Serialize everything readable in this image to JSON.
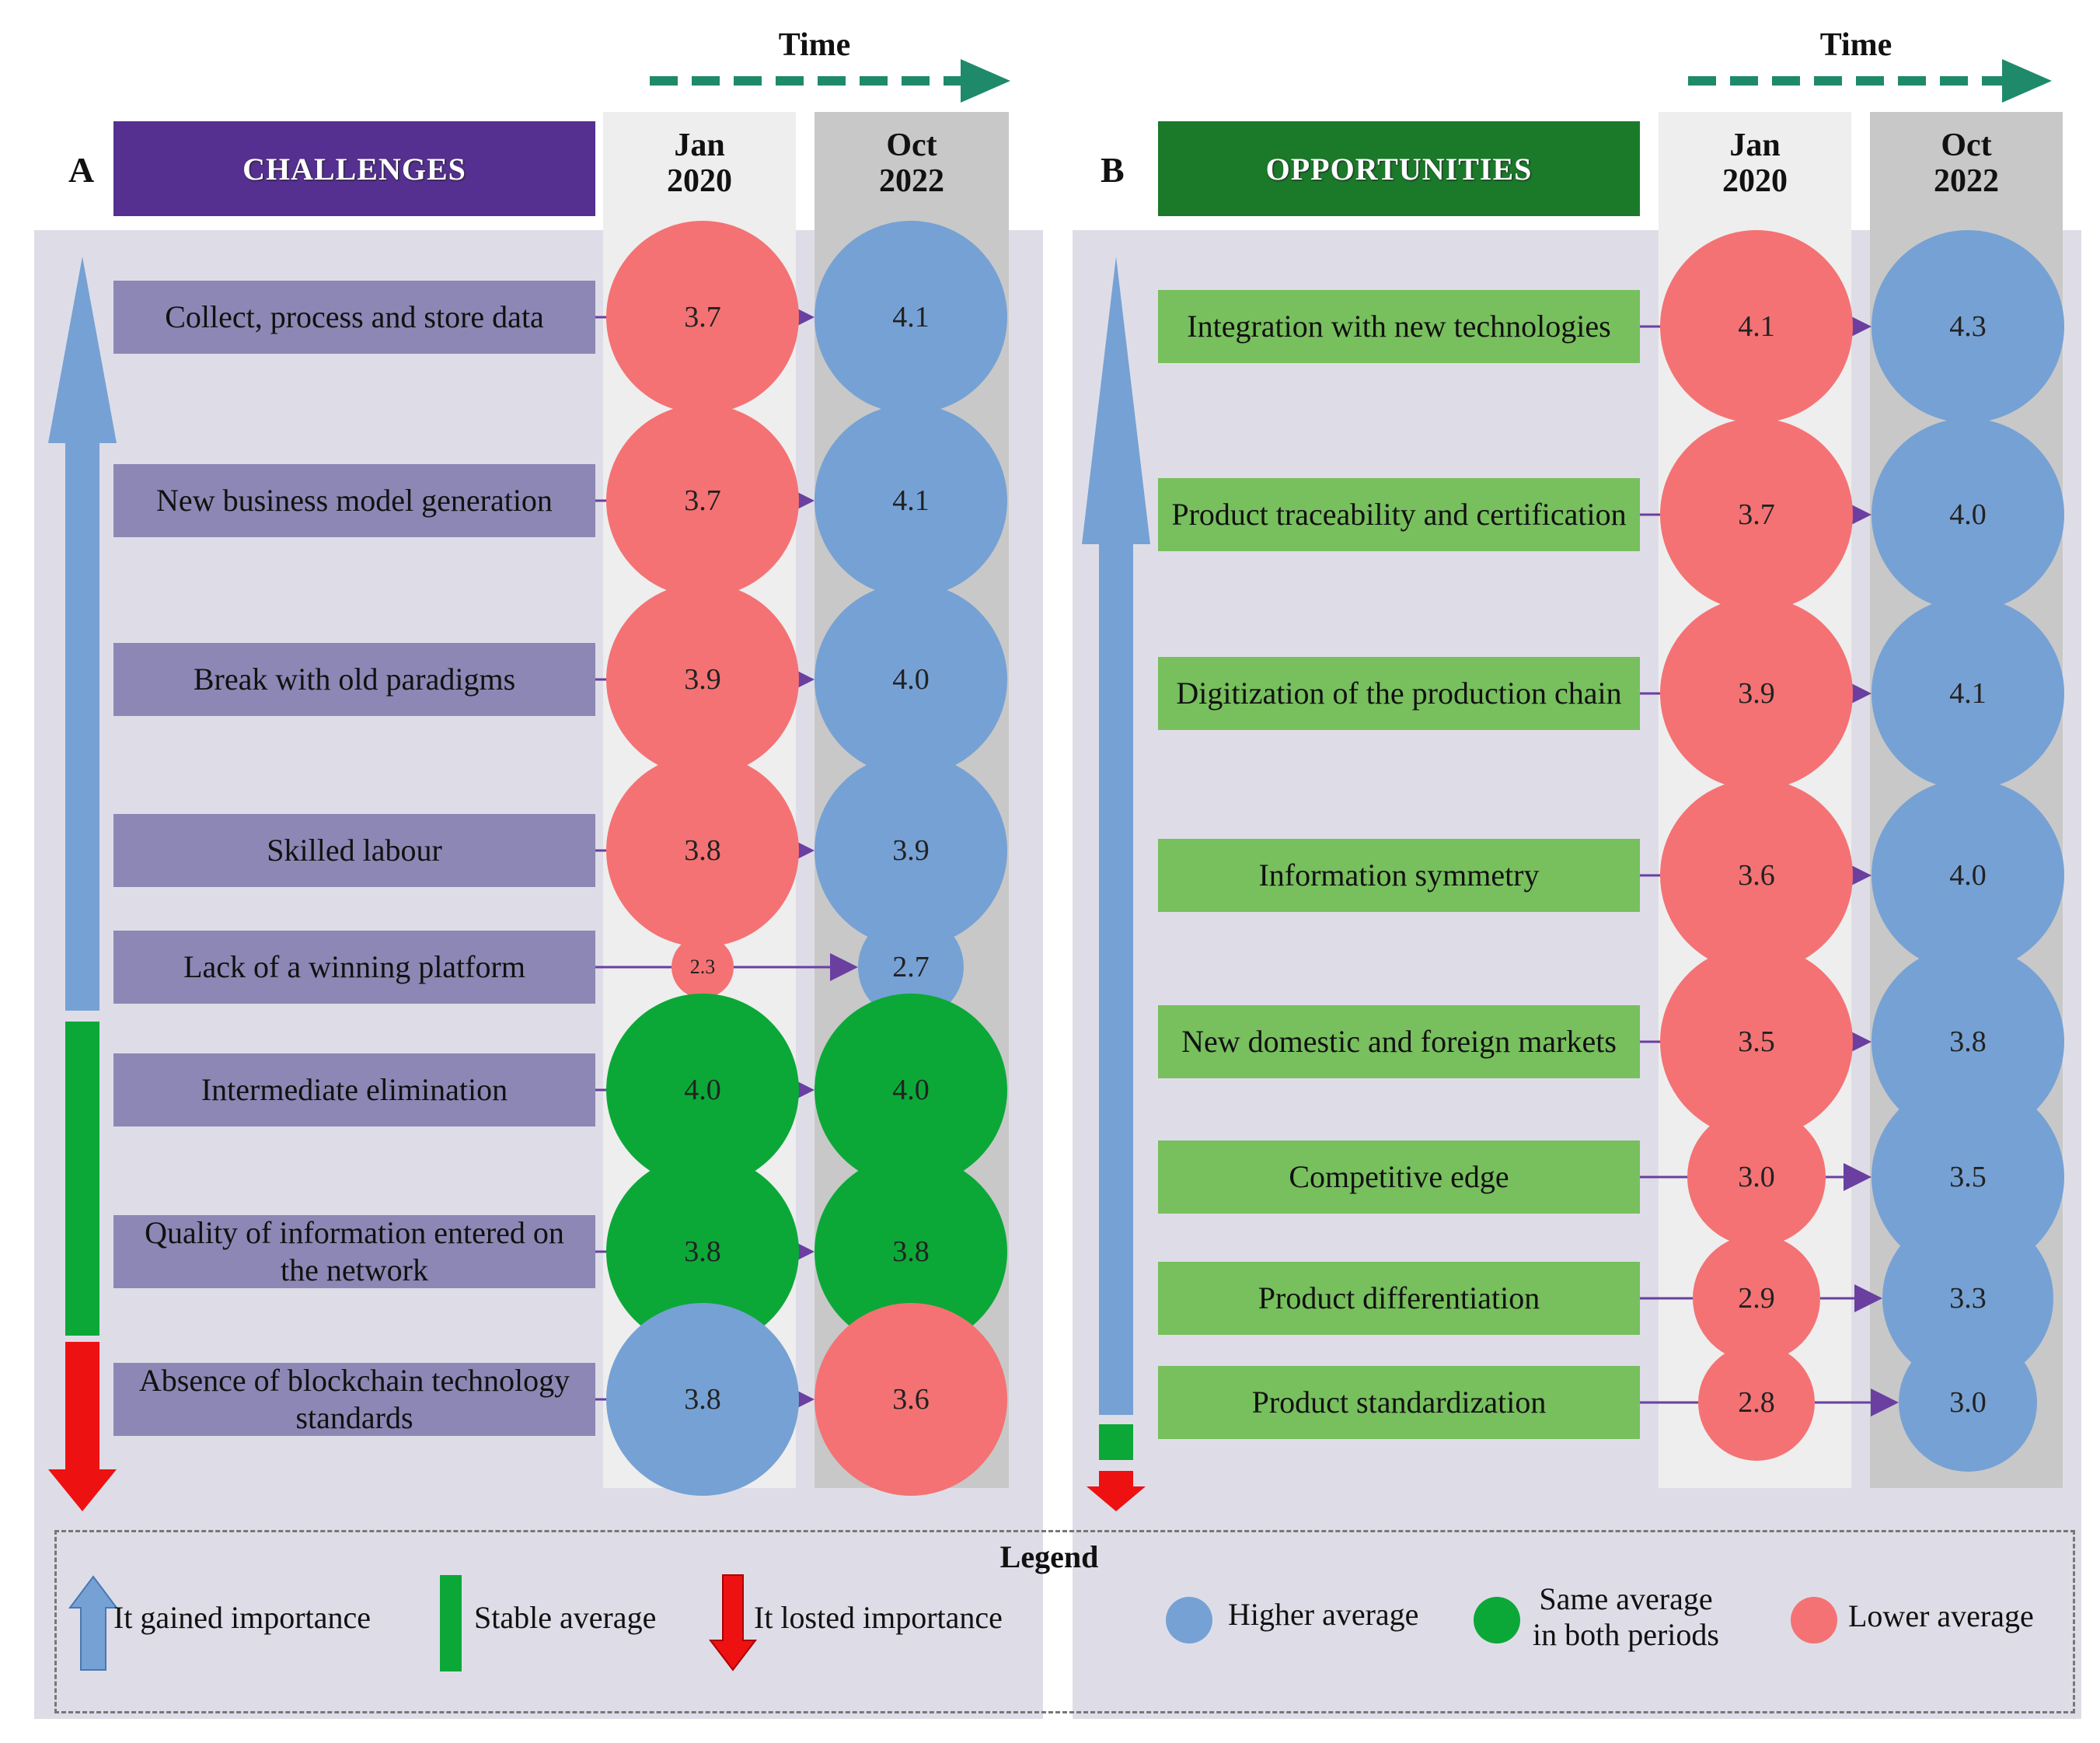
{
  "panels": [
    {
      "letter": "A",
      "header": "CHALLENGES",
      "time_label": "Time",
      "col1": [
        "Jan",
        "2020"
      ],
      "col2": [
        "Oct",
        "2022"
      ],
      "items": [
        {
          "label": "Collect, process and store data",
          "v1": "3.7",
          "v2": "4.1",
          "c1": "red",
          "c2": "blue"
        },
        {
          "label": "New business model generation",
          "v1": "3.7",
          "v2": "4.1",
          "c1": "red",
          "c2": "blue"
        },
        {
          "label": "Break with old paradigms",
          "v1": "3.9",
          "v2": "4.0",
          "c1": "red",
          "c2": "blue"
        },
        {
          "label": "Skilled labour",
          "v1": "3.8",
          "v2": "3.9",
          "c1": "red",
          "c2": "blue"
        },
        {
          "label": "Lack of a winning platform",
          "v1": "2.3",
          "v2": "2.7",
          "c1": "red",
          "c2": "blue"
        },
        {
          "label": "Intermediate elimination",
          "v1": "4.0",
          "v2": "4.0",
          "c1": "green",
          "c2": "green"
        },
        {
          "label": "Quality of information entered on the network",
          "v1": "3.8",
          "v2": "3.8",
          "c1": "green",
          "c2": "green"
        },
        {
          "label": "Absence of blockchain technology standards",
          "v1": "3.8",
          "v2": "3.6",
          "c1": "blue",
          "c2": "red"
        }
      ]
    },
    {
      "letter": "B",
      "header": "OPPORTUNITIES",
      "time_label": "Time",
      "col1": [
        "Jan",
        "2020"
      ],
      "col2": [
        "Oct",
        "2022"
      ],
      "items": [
        {
          "label": "Integration with new technologies",
          "v1": "4.1",
          "v2": "4.3",
          "c1": "red",
          "c2": "blue"
        },
        {
          "label": "Product traceability and certification",
          "v1": "3.7",
          "v2": "4.0",
          "c1": "red",
          "c2": "blue"
        },
        {
          "label": "Digitization of the production chain",
          "v1": "3.9",
          "v2": "4.1",
          "c1": "red",
          "c2": "blue"
        },
        {
          "label": "Information symmetry",
          "v1": "3.6",
          "v2": "4.0",
          "c1": "red",
          "c2": "blue"
        },
        {
          "label": "New domestic and foreign markets",
          "v1": "3.5",
          "v2": "3.8",
          "c1": "red",
          "c2": "blue"
        },
        {
          "label": "Competitive edge",
          "v1": "3.0",
          "v2": "3.5",
          "c1": "red",
          "c2": "blue"
        },
        {
          "label": "Product differentiation",
          "v1": "2.9",
          "v2": "3.3",
          "c1": "red",
          "c2": "blue"
        },
        {
          "label": "Product standardization",
          "v1": "2.8",
          "v2": "3.0",
          "c1": "red",
          "c2": "blue"
        }
      ]
    }
  ],
  "legend": {
    "title": "Legend",
    "gained": "It gained importance",
    "stable": "Stable average",
    "lost": "It losted importance",
    "higher": "Higher average",
    "same_line1": "Same average",
    "same_line2": "in both periods",
    "lower": "Lower average"
  },
  "colors": {
    "challenges_header": "#553090",
    "opportunities_header": "#1a7a2a",
    "challenge_item": "#8c87b4",
    "opportunity_item": "#78bf5e",
    "bubble_blue": "#76a1d4",
    "bubble_red": "#f47274",
    "bubble_green": "#0ba838",
    "arrow_blue": "#76a1d4",
    "bar_green": "#0ba838",
    "arrow_red": "#ee1111",
    "connector": "#6a3fa0",
    "time_arrow": "#1f8a6a"
  }
}
